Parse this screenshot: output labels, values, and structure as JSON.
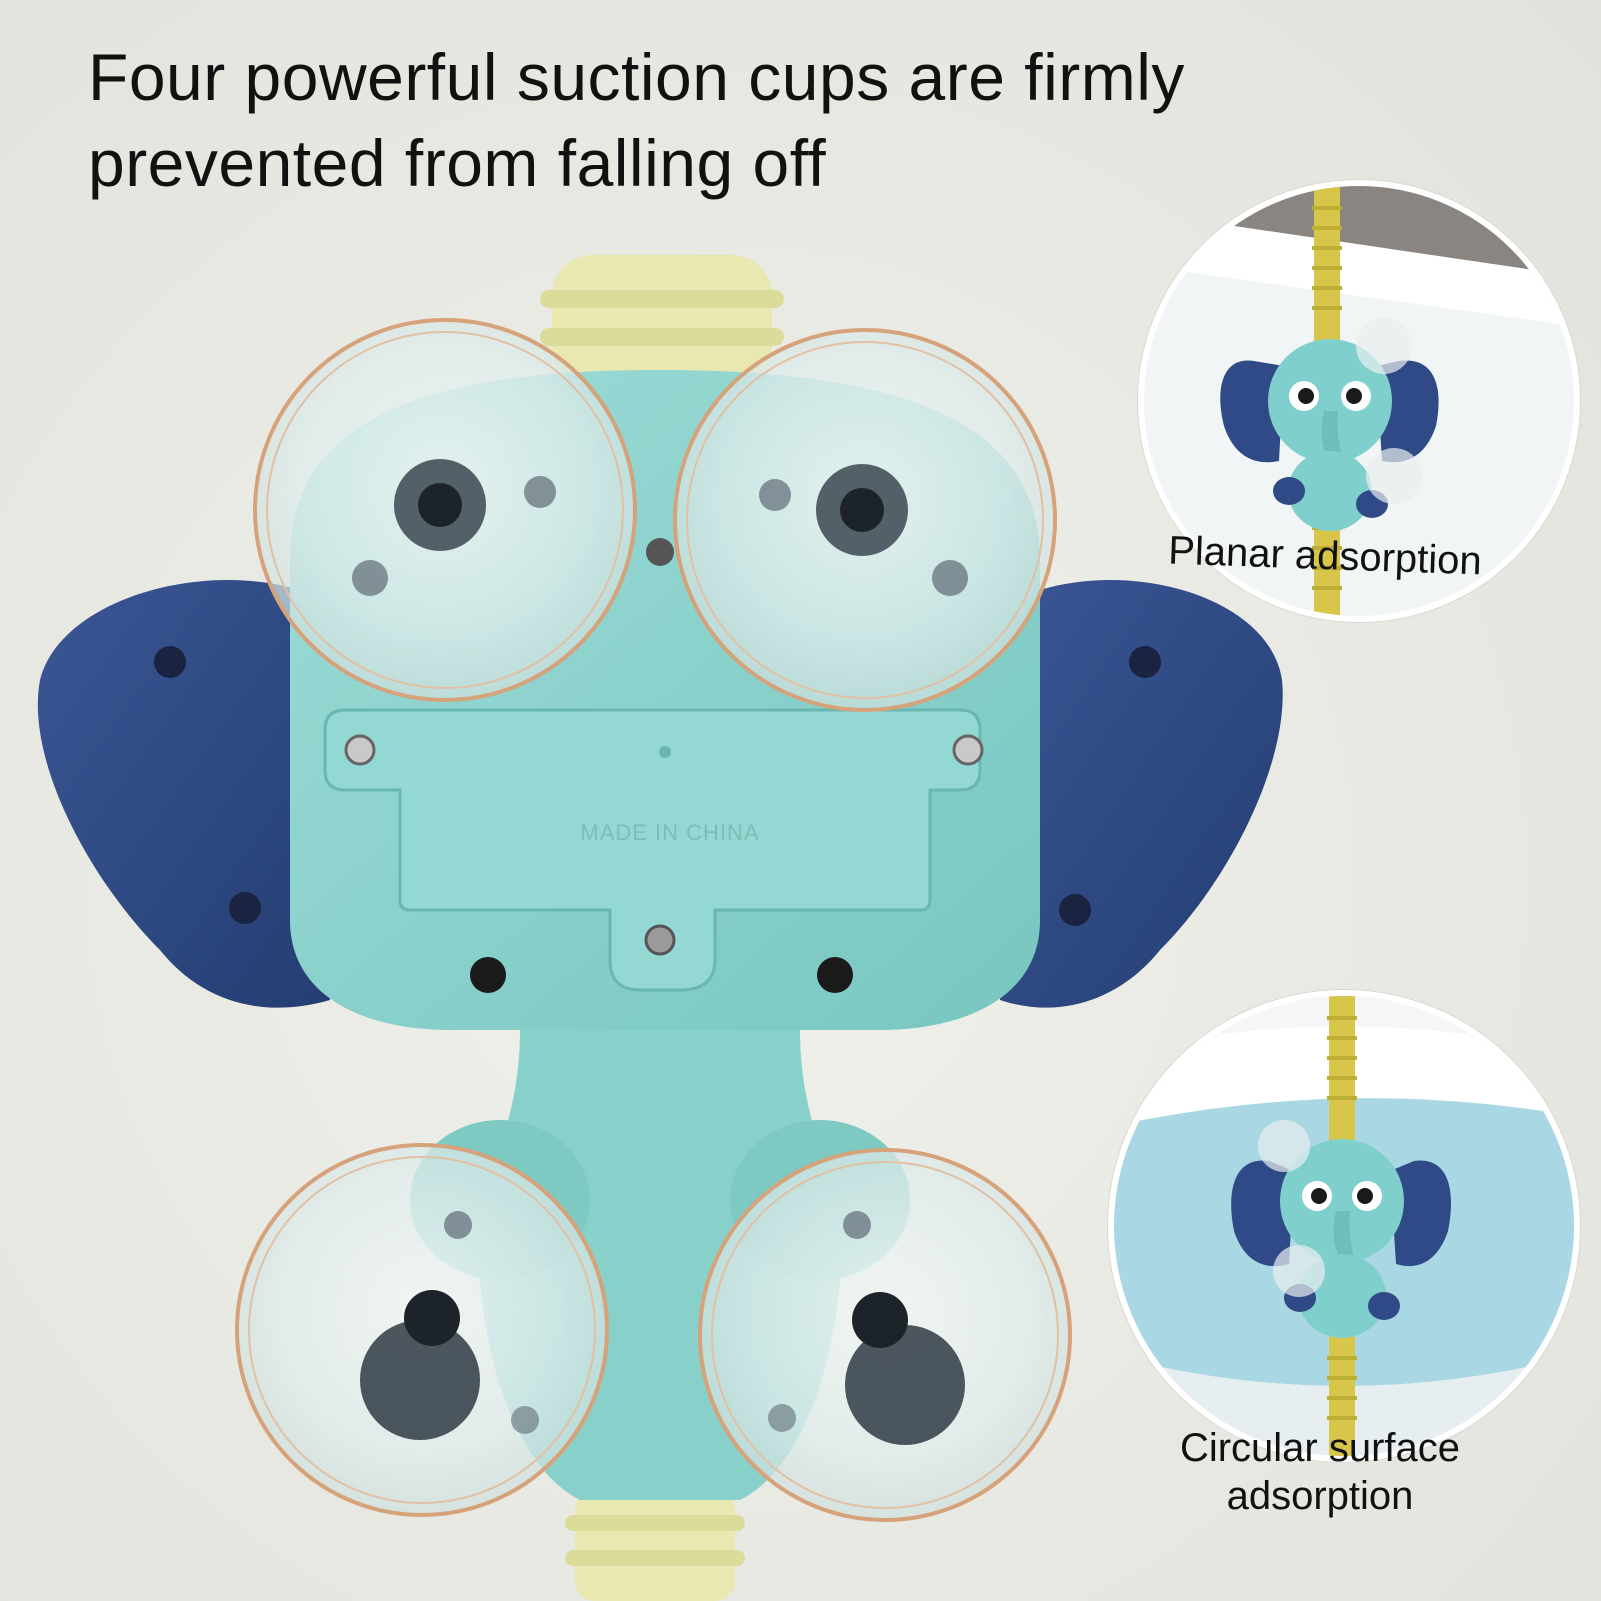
{
  "headline": {
    "line1": "Four powerful suction cups are firmly",
    "line2": "prevented from falling off"
  },
  "product": {
    "name": "elephant-shower-toy-back-view",
    "embossed_text": "MADE IN CHINA",
    "colors": {
      "body": "#8fd3cf",
      "body_shade": "#6fbdb8",
      "ears": "#2f4a86",
      "ears_shade": "#223a6e",
      "hose": "#e6e5a0",
      "suction_ring": "#d6a27a",
      "suction_fill": "#e9f2f1"
    }
  },
  "insets": [
    {
      "caption": "Planar adsorption",
      "scene": "elephant-on-flat-tub-wall"
    },
    {
      "caption_line1": "Circular surface",
      "caption_line2": "adsorption",
      "scene": "elephant-on-curved-basin"
    }
  ]
}
